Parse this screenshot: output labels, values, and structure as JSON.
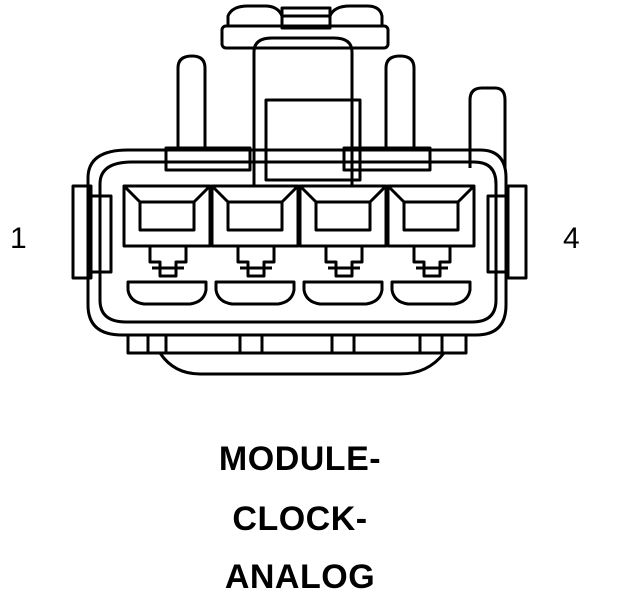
{
  "pin_labels": {
    "left": "1",
    "right": "4"
  },
  "caption": {
    "line1": "MODULE-",
    "line2": "CLOCK-",
    "line3": "ANALOG"
  },
  "colors": {
    "stroke": "#000000",
    "background": "#ffffff"
  },
  "cavity_count": 4
}
